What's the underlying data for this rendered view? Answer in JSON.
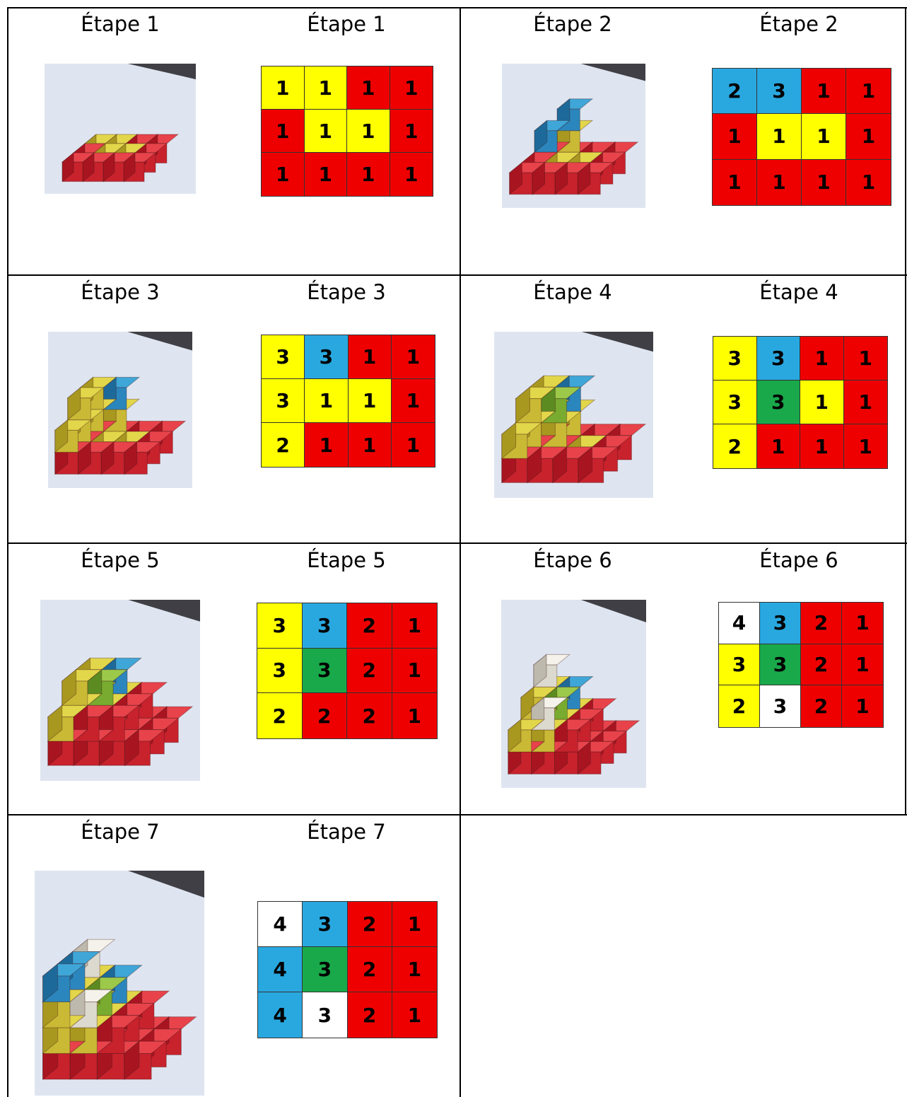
{
  "colors": {
    "R": "#ef0000",
    "Y": "#ffff00",
    "B": "#29a8e0",
    "G": "#19a94a",
    "W": "#ffffff"
  },
  "steps": [
    {
      "photo_label": "Étape 1",
      "grid_label": "Étape 1",
      "grid": [
        [
          [
            "Y",
            "1"
          ],
          [
            "Y",
            "1"
          ],
          [
            "R",
            "1"
          ],
          [
            "R",
            "1"
          ]
        ],
        [
          [
            "R",
            "1"
          ],
          [
            "Y",
            "1"
          ],
          [
            "Y",
            "1"
          ],
          [
            "R",
            "1"
          ]
        ],
        [
          [
            "R",
            "1"
          ],
          [
            "R",
            "1"
          ],
          [
            "R",
            "1"
          ],
          [
            "R",
            "1"
          ]
        ]
      ]
    },
    {
      "photo_label": "Étape 2",
      "grid_label": "Étape 2",
      "grid": [
        [
          [
            "B",
            "2"
          ],
          [
            "B",
            "3"
          ],
          [
            "R",
            "1"
          ],
          [
            "R",
            "1"
          ]
        ],
        [
          [
            "R",
            "1"
          ],
          [
            "Y",
            "1"
          ],
          [
            "Y",
            "1"
          ],
          [
            "R",
            "1"
          ]
        ],
        [
          [
            "R",
            "1"
          ],
          [
            "R",
            "1"
          ],
          [
            "R",
            "1"
          ],
          [
            "R",
            "1"
          ]
        ]
      ]
    },
    {
      "photo_label": "Étape 3",
      "grid_label": "Étape 3",
      "grid": [
        [
          [
            "Y",
            "3"
          ],
          [
            "B",
            "3"
          ],
          [
            "R",
            "1"
          ],
          [
            "R",
            "1"
          ]
        ],
        [
          [
            "Y",
            "3"
          ],
          [
            "Y",
            "1"
          ],
          [
            "Y",
            "1"
          ],
          [
            "R",
            "1"
          ]
        ],
        [
          [
            "Y",
            "2"
          ],
          [
            "R",
            "1"
          ],
          [
            "R",
            "1"
          ],
          [
            "R",
            "1"
          ]
        ]
      ]
    },
    {
      "photo_label": "Étape 4",
      "grid_label": "Étape 4",
      "grid": [
        [
          [
            "Y",
            "3"
          ],
          [
            "B",
            "3"
          ],
          [
            "R",
            "1"
          ],
          [
            "R",
            "1"
          ]
        ],
        [
          [
            "Y",
            "3"
          ],
          [
            "G",
            "3"
          ],
          [
            "Y",
            "1"
          ],
          [
            "R",
            "1"
          ]
        ],
        [
          [
            "Y",
            "2"
          ],
          [
            "R",
            "1"
          ],
          [
            "R",
            "1"
          ],
          [
            "R",
            "1"
          ]
        ]
      ]
    },
    {
      "photo_label": "Étape 5",
      "grid_label": "Étape 5",
      "grid": [
        [
          [
            "Y",
            "3"
          ],
          [
            "B",
            "3"
          ],
          [
            "R",
            "2"
          ],
          [
            "R",
            "1"
          ]
        ],
        [
          [
            "Y",
            "3"
          ],
          [
            "G",
            "3"
          ],
          [
            "R",
            "2"
          ],
          [
            "R",
            "1"
          ]
        ],
        [
          [
            "Y",
            "2"
          ],
          [
            "R",
            "2"
          ],
          [
            "R",
            "2"
          ],
          [
            "R",
            "1"
          ]
        ]
      ]
    },
    {
      "photo_label": "Étape 6",
      "grid_label": "Étape 6",
      "grid": [
        [
          [
            "W",
            "4"
          ],
          [
            "B",
            "3"
          ],
          [
            "R",
            "2"
          ],
          [
            "R",
            "1"
          ]
        ],
        [
          [
            "Y",
            "3"
          ],
          [
            "G",
            "3"
          ],
          [
            "R",
            "2"
          ],
          [
            "R",
            "1"
          ]
        ],
        [
          [
            "Y",
            "2"
          ],
          [
            "W",
            "3"
          ],
          [
            "R",
            "2"
          ],
          [
            "R",
            "1"
          ]
        ]
      ]
    },
    {
      "photo_label": "Étape 7",
      "grid_label": "Étape 7",
      "grid": [
        [
          [
            "W",
            "4"
          ],
          [
            "B",
            "3"
          ],
          [
            "R",
            "2"
          ],
          [
            "R",
            "1"
          ]
        ],
        [
          [
            "B",
            "4"
          ],
          [
            "G",
            "3"
          ],
          [
            "R",
            "2"
          ],
          [
            "R",
            "1"
          ]
        ],
        [
          [
            "B",
            "4"
          ],
          [
            "W",
            "3"
          ],
          [
            "R",
            "2"
          ],
          [
            "R",
            "1"
          ]
        ]
      ]
    }
  ]
}
